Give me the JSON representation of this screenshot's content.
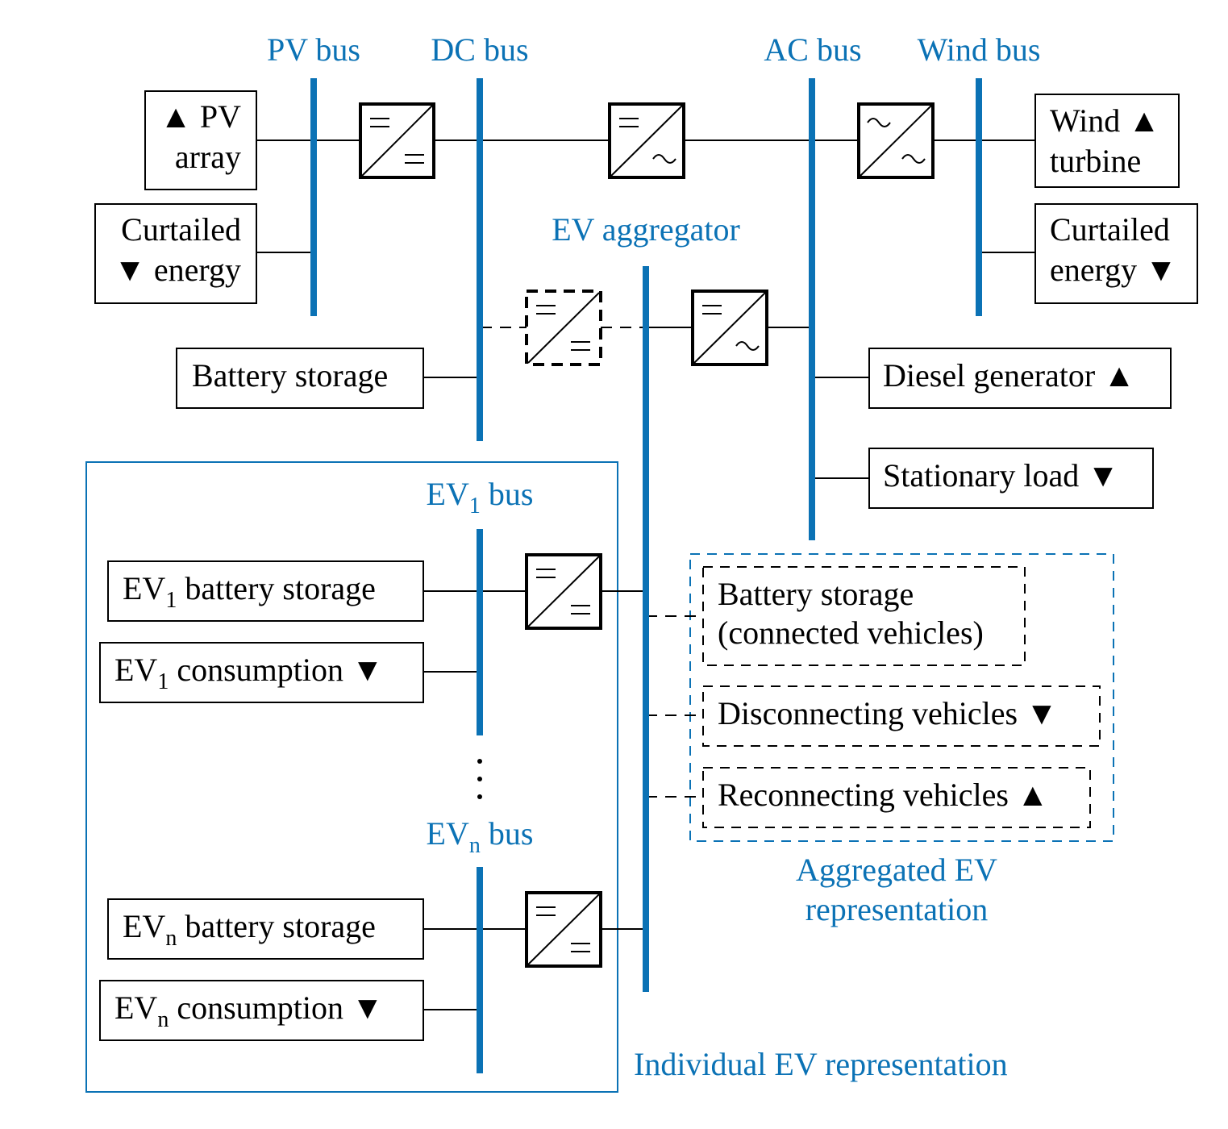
{
  "buses": {
    "pv": "PV bus",
    "dc": "DC bus",
    "ac": "AC bus",
    "wind": "Wind bus",
    "ev_aggregator": "EV aggregator",
    "ev1": "EV1 bus",
    "evn": "EVn bus"
  },
  "components": {
    "pv_array": "▲ PV array",
    "curtailed_pv": "Curtailed ▼ energy",
    "battery_storage": "Battery storage",
    "wind_turbine": "Wind ▲ turbine",
    "curtailed_wind": "Curtailed energy ▼",
    "diesel_generator": "Diesel generator ▲",
    "stationary_load": "Stationary load ▼",
    "ev1_battery": "EV1 battery storage",
    "ev1_consumption": "EV1 consumption ▼",
    "evn_battery": "EVn battery storage",
    "evn_consumption": "EVn consumption ▼",
    "agg_battery": "Battery storage (connected vehicles)",
    "disconnecting": "Disconnecting vehicles ▼",
    "reconnecting": "Reconnecting vehicles ▲"
  },
  "groups": {
    "aggregated": "Aggregated EV representation",
    "individual": "Individual EV representation"
  },
  "converter_symbols": {
    "dc": "=",
    "ac": "~"
  },
  "colors": {
    "bus": "#0b72b5",
    "line": "#000000"
  }
}
